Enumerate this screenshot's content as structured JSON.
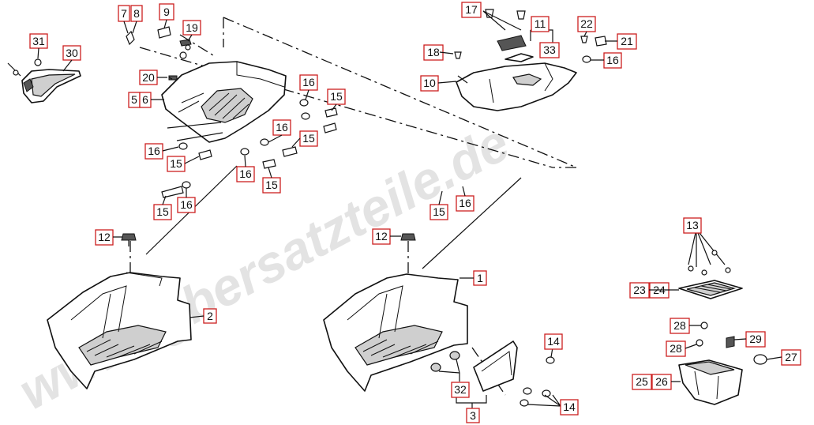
{
  "watermark": "www.tgbersatzteile.de",
  "colors": {
    "callout_border": "#cc1f1f",
    "line": "#111111",
    "watermark": "#e3e3e3"
  },
  "callouts": [
    {
      "id": "c7",
      "label": "7"
    },
    {
      "id": "c8",
      "label": "8"
    },
    {
      "id": "c9",
      "label": "9"
    },
    {
      "id": "c19",
      "label": "19"
    },
    {
      "id": "c31",
      "label": "31"
    },
    {
      "id": "c30",
      "label": "30"
    },
    {
      "id": "c20",
      "label": "20"
    },
    {
      "id": "c5",
      "label": "5"
    },
    {
      "id": "c6",
      "label": "6"
    },
    {
      "id": "c16a",
      "label": "16"
    },
    {
      "id": "c15a",
      "label": "15"
    },
    {
      "id": "c16b",
      "label": "16"
    },
    {
      "id": "c15b",
      "label": "15"
    },
    {
      "id": "c16c",
      "label": "16"
    },
    {
      "id": "c15c",
      "label": "15"
    },
    {
      "id": "c16d",
      "label": "16"
    },
    {
      "id": "c15d",
      "label": "15"
    },
    {
      "id": "c15e",
      "label": "15"
    },
    {
      "id": "c16e",
      "label": "16"
    },
    {
      "id": "c12a",
      "label": "12"
    },
    {
      "id": "c2",
      "label": "2"
    },
    {
      "id": "c17",
      "label": "17"
    },
    {
      "id": "c11",
      "label": "11"
    },
    {
      "id": "c22",
      "label": "22"
    },
    {
      "id": "c21",
      "label": "21"
    },
    {
      "id": "c18",
      "label": "18"
    },
    {
      "id": "c33",
      "label": "33"
    },
    {
      "id": "c16f",
      "label": "16"
    },
    {
      "id": "c10",
      "label": "10"
    },
    {
      "id": "c15f",
      "label": "15"
    },
    {
      "id": "c16g",
      "label": "16"
    },
    {
      "id": "c12b",
      "label": "12"
    },
    {
      "id": "c1",
      "label": "1"
    },
    {
      "id": "c14a",
      "label": "14"
    },
    {
      "id": "c32",
      "label": "32"
    },
    {
      "id": "c3",
      "label": "3"
    },
    {
      "id": "c14b",
      "label": "14"
    },
    {
      "id": "c13",
      "label": "13"
    },
    {
      "id": "c23",
      "label": "23"
    },
    {
      "id": "c24",
      "label": "24"
    },
    {
      "id": "c28a",
      "label": "28"
    },
    {
      "id": "c29",
      "label": "29"
    },
    {
      "id": "c28b",
      "label": "28"
    },
    {
      "id": "c27",
      "label": "27"
    },
    {
      "id": "c25",
      "label": "25"
    },
    {
      "id": "c26",
      "label": "26"
    }
  ]
}
